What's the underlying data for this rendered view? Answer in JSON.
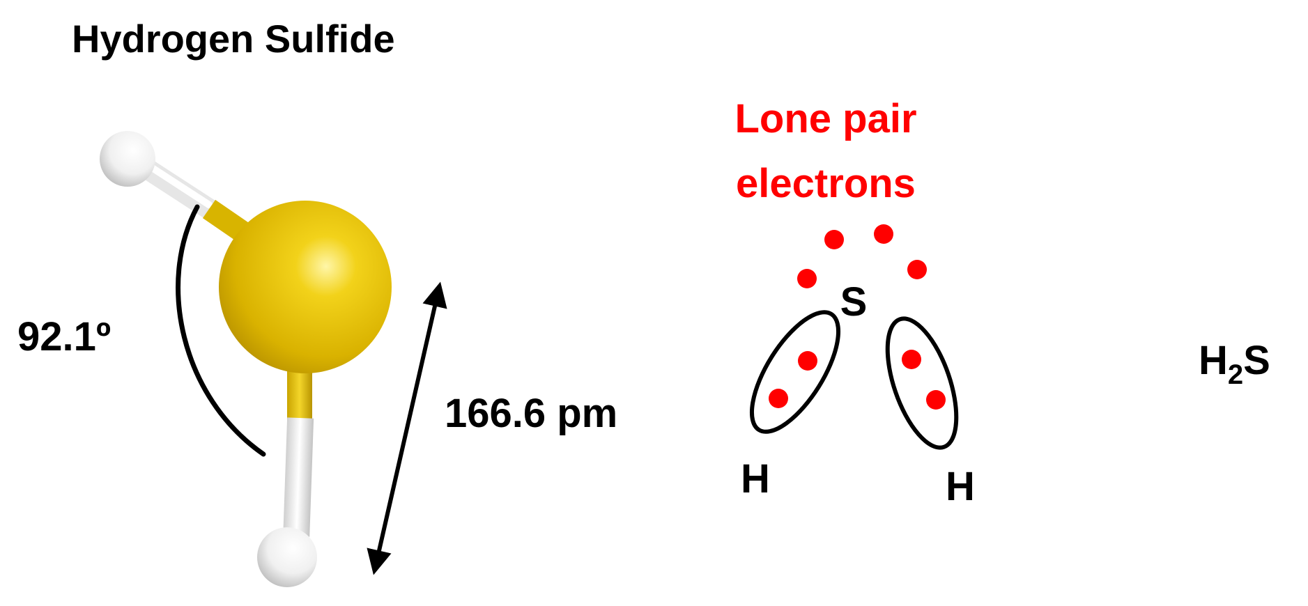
{
  "title": "Hydrogen Sulfide",
  "angle_label": "92.1º",
  "bond_length_label": "166.6 pm",
  "lone_pair_label_line1": "Lone pair",
  "lone_pair_label_line2": "electrons",
  "lewis": {
    "sulfur": "S",
    "hydrogen_left": "H",
    "hydrogen_right": "H"
  },
  "formula": {
    "prefix": "H",
    "subscript": "2",
    "suffix": "S"
  },
  "colors": {
    "sulfur": "#e8c400",
    "hydrogen": "#ffffff",
    "electron": "#ff0000",
    "text": "#000000"
  }
}
